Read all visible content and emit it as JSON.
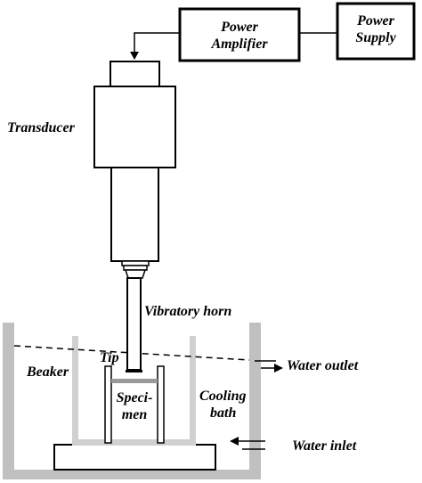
{
  "diagram": {
    "labels": {
      "power_amplifier_line1": "Power",
      "power_amplifier_line2": "Amplifier",
      "power_supply_line1": "Power",
      "power_supply_line2": "Supply",
      "transducer": "Transducer",
      "vibratory_horn": "Vibratory horn",
      "tip": "Tip",
      "beaker": "Beaker",
      "specimen_line1": "Speci-",
      "specimen_line2": "men",
      "cooling_bath_line1": "Cooling",
      "cooling_bath_line2": "bath",
      "water_outlet": "Water outlet",
      "water_inlet": "Water inlet"
    },
    "colors": {
      "line": "#000000",
      "bath_wall": "#c0c0c0",
      "beaker_wall": "#d0d0d0",
      "specimen_top": "#999999",
      "background": "#ffffff"
    }
  }
}
